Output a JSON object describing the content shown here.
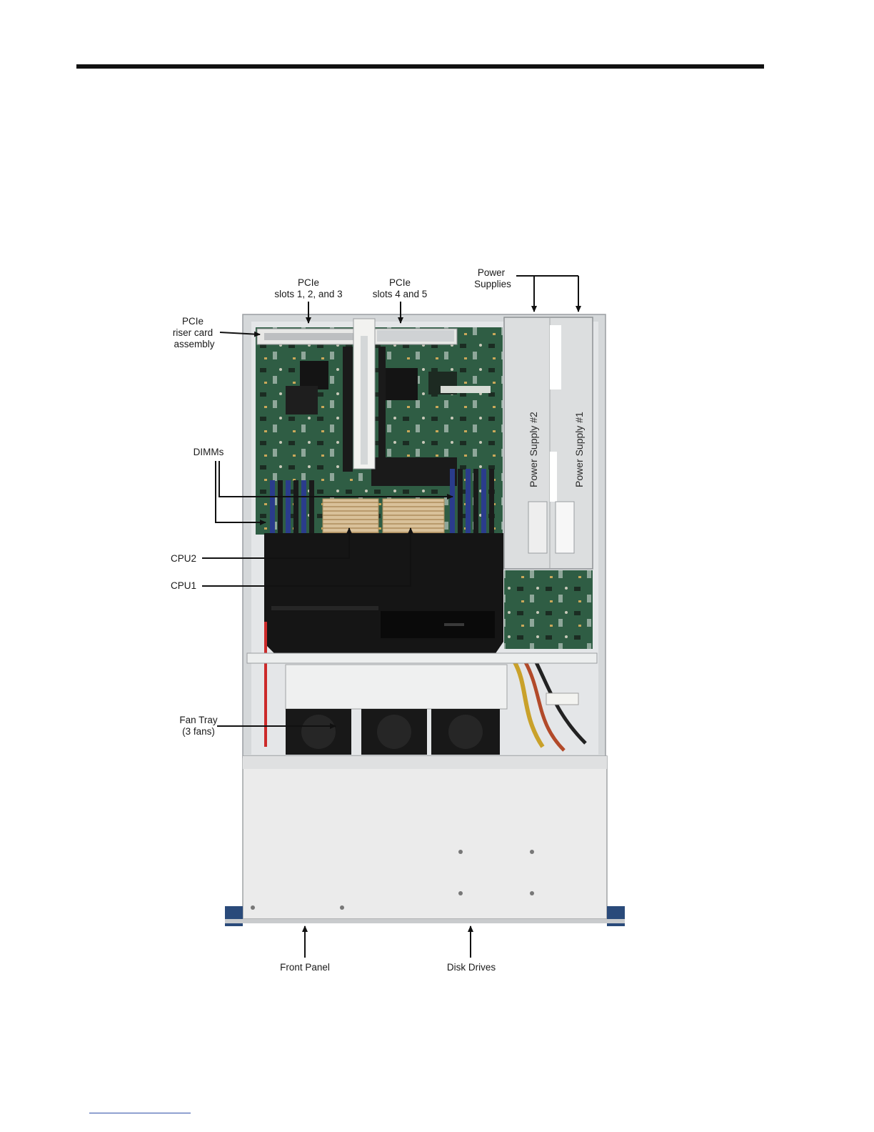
{
  "figure": {
    "labels": {
      "pcie_123": [
        "PCIe",
        "slots 1, 2, and 3"
      ],
      "pcie_45": [
        "PCIe",
        "slots 4 and 5"
      ],
      "power_supplies": [
        "Power",
        "Supplies"
      ],
      "riser": [
        "PCIe",
        "riser card",
        "assembly"
      ],
      "dimms": "DIMMs",
      "cpu2": "CPU2",
      "cpu1": "CPU1",
      "fan_tray": [
        "Fan Tray",
        "(3 fans)"
      ],
      "front_panel": "Front Panel",
      "disk_drives": "Disk Drives",
      "psu2": "Power Supply #2",
      "psu1": "Power Supply #1"
    },
    "colors": {
      "chassis": "#e4e6e8",
      "board": "#2f5d44",
      "airduct": "#151515",
      "dimm": "#2a3c8c",
      "heatsink": "#d9c19a",
      "feet": "#2a4a7a"
    }
  }
}
